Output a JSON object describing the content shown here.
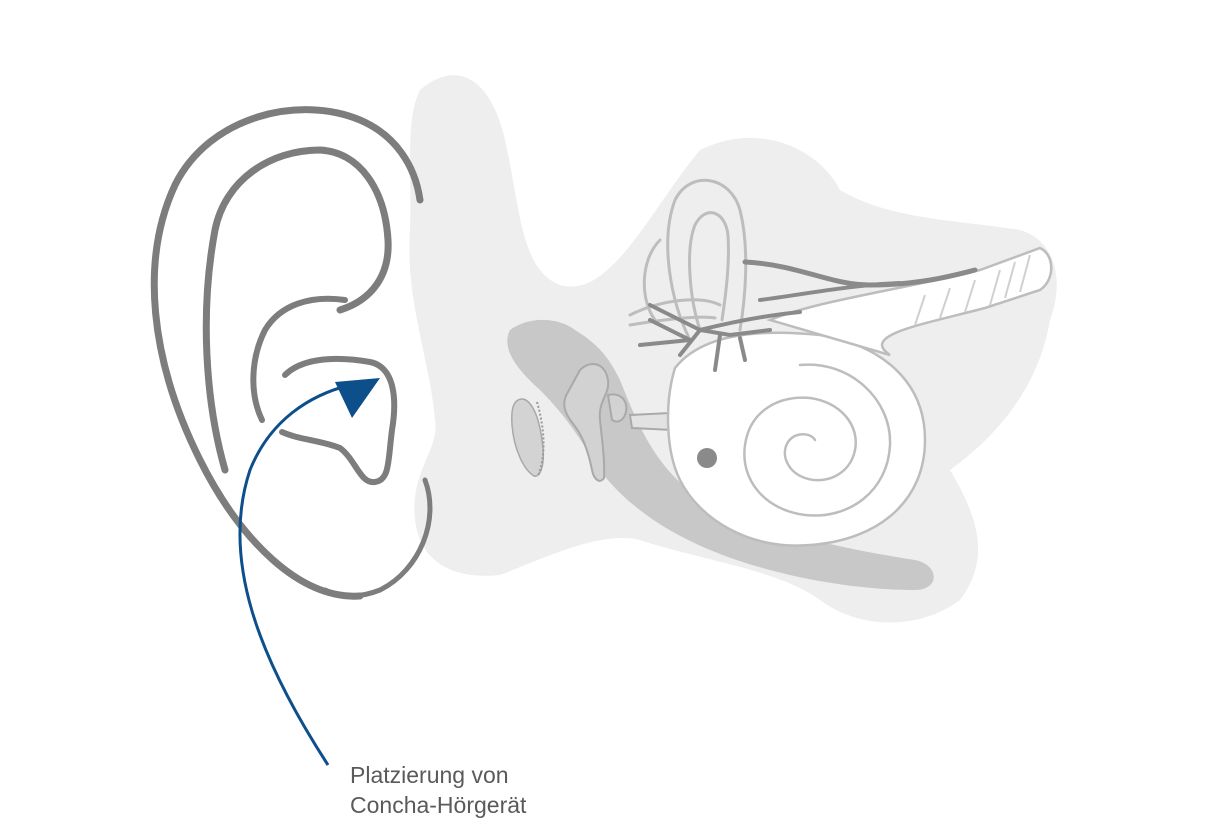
{
  "figure": {
    "caption_line1": "Platzierung von",
    "caption_line2": "Concha-Hörgerät"
  },
  "colors": {
    "outer_ear_stroke": "#7d7d7d",
    "inner_ear_stroke": "#bdbdbd",
    "background_shadow": "#eeeeee",
    "canal_gray": "#c8c8c8",
    "nerve_gray": "#8a8a8a",
    "arrow": "#0d4f8b",
    "caption_text": "#5a5a5a"
  },
  "icons": [
    "outer-ear-illustration",
    "inner-ear-illustration",
    "placement-arrow"
  ]
}
